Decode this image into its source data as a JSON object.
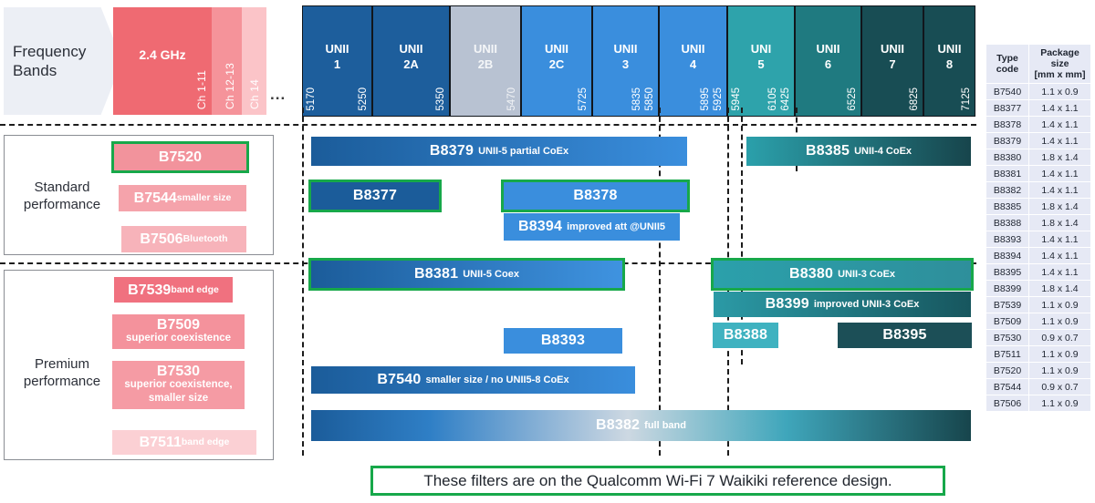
{
  "header": {
    "chevron_label": "Frequency\nBands",
    "ellipsis": "...",
    "ghz24": {
      "title": "2.4 GHz",
      "ch_main": "Ch 1-11",
      "ch_12_13": "Ch 12-13",
      "ch_14": "Ch 14"
    },
    "bands": [
      {
        "name": "UNII",
        "num": "1",
        "f_left": "5170",
        "f_right": "5250",
        "color": "#1d5e9c"
      },
      {
        "name": "UNII",
        "num": "2A",
        "f_left": "",
        "f_right": "5350",
        "color": "#1d5e9c"
      },
      {
        "name": "UNII",
        "num": "2B",
        "f_left": "",
        "f_right": "5470",
        "color": "#b8c2d2"
      },
      {
        "name": "UNII",
        "num": "2C",
        "f_left": "",
        "f_right": "5725",
        "color": "#3a8edd"
      },
      {
        "name": "UNII",
        "num": "3",
        "f_left": "",
        "f_right": "5850",
        "f_right2": "5835",
        "color": "#3a8edd"
      },
      {
        "name": "UNII",
        "num": "4",
        "f_left": "",
        "f_right": "5925",
        "f_right2": "5895",
        "color": "#3a8edd"
      },
      {
        "name": "UNI",
        "num": "5",
        "f_left": "5945",
        "f_right": "6425",
        "f_right2": "6105",
        "color": "#2ea3ab"
      },
      {
        "name": "UNII",
        "num": "6",
        "f_left": "",
        "f_right": "6525",
        "color": "#1f7a80"
      },
      {
        "name": "UNII",
        "num": "7",
        "f_left": "",
        "f_right": "6825",
        "color": "#184d54"
      },
      {
        "name": "UNII",
        "num": "8",
        "f_left": "",
        "f_right": "7125",
        "color": "#184d54"
      }
    ]
  },
  "groups": [
    {
      "title": "Standard\nperformance",
      "chips": [
        {
          "code": "B7520",
          "note": "",
          "color": "#f2939c",
          "highlight": true
        },
        {
          "code": "B7544",
          "note": "smaller size",
          "color": "#f5a3ab",
          "highlight": false
        },
        {
          "code": "B7506",
          "note": "Bluetooth",
          "color": "#f7b3ba",
          "highlight": false
        }
      ]
    },
    {
      "title": "Premium\nperformance",
      "chips": [
        {
          "code": "B7539",
          "note": "band edge",
          "color": "#f0717f",
          "highlight": false
        },
        {
          "code": "B7509",
          "note": "superior coexistence",
          "color": "#f4929c",
          "highlight": false
        },
        {
          "code": "B7530",
          "note": "superior coexistence,\nsmaller size",
          "color": "#f59ba4",
          "highlight": false
        },
        {
          "code": "B7511",
          "note": "band edge",
          "color": "#fbd0d4",
          "highlight": false
        }
      ]
    }
  ],
  "bars": [
    {
      "code": "B8379",
      "note": "UNII-5 partial CoEx",
      "highlight": false
    },
    {
      "code": "B8385",
      "note": "UNII-4 CoEx",
      "highlight": false
    },
    {
      "code": "B8377",
      "note": "",
      "highlight": true
    },
    {
      "code": "B8378",
      "note": "",
      "highlight": true
    },
    {
      "code": "B8394",
      "note": "improved att @UNII5",
      "highlight": false
    },
    {
      "code": "B8381",
      "note": "UNII-5 Coex",
      "highlight": true
    },
    {
      "code": "B8380",
      "note": "UNII-3 CoEx",
      "highlight": true
    },
    {
      "code": "B8399",
      "note": "improved UNII-3 CoEx",
      "highlight": false
    },
    {
      "code": "B8393",
      "note": "",
      "highlight": false
    },
    {
      "code": "B8388",
      "note": "",
      "highlight": false
    },
    {
      "code": "B8395",
      "note": "",
      "highlight": false
    },
    {
      "code": "B7540",
      "note": "smaller size / no UNII5-8 CoEx",
      "highlight": false
    },
    {
      "code": "B8382",
      "note": "full band",
      "highlight": false
    }
  ],
  "table": {
    "headers": [
      "Type\ncode",
      "Package size\n[mm x mm]"
    ],
    "header_line1": [
      "Type",
      "Package size"
    ],
    "header_line2": [
      "code",
      "[mm x mm]"
    ],
    "rows": [
      [
        "B7540",
        "1.1 x 0.9"
      ],
      [
        "B8377",
        "1.4 x 1.1"
      ],
      [
        "B8378",
        "1.4 x 1.1"
      ],
      [
        "B8379",
        "1.4 x 1.1"
      ],
      [
        "B8380",
        "1.8 x 1.4"
      ],
      [
        "B8381",
        "1.4 x 1.1"
      ],
      [
        "B8382",
        "1.4 x 1.1"
      ],
      [
        "B8385",
        "1.8 x 1.4"
      ],
      [
        "B8388",
        "1.8 x 1.4"
      ],
      [
        "B8393",
        "1.4 x 1.1"
      ],
      [
        "B8394",
        "1.4 x 1.1"
      ],
      [
        "B8395",
        "1.4 x 1.1"
      ],
      [
        "B8399",
        "1.8 x 1.4"
      ],
      [
        "B7539",
        "1.1 x 0.9"
      ],
      [
        "B7509",
        "1.1 x 0.9"
      ],
      [
        "B7530",
        "0.9 x 0.7"
      ],
      [
        "B7511",
        "1.1 x 0.9"
      ],
      [
        "B7520",
        "1.1 x 0.9"
      ],
      [
        "B7544",
        "0.9 x 0.7"
      ],
      [
        "B7506",
        "1.1 x 0.9"
      ]
    ]
  },
  "footer": {
    "callout": "These filters are on the Qualcomm Wi-Fi 7 Waikiki reference design."
  },
  "colors": {
    "highlight_green": "#17a84a",
    "dash": "#1c1c1c",
    "panel_border": "#8a8d93"
  }
}
